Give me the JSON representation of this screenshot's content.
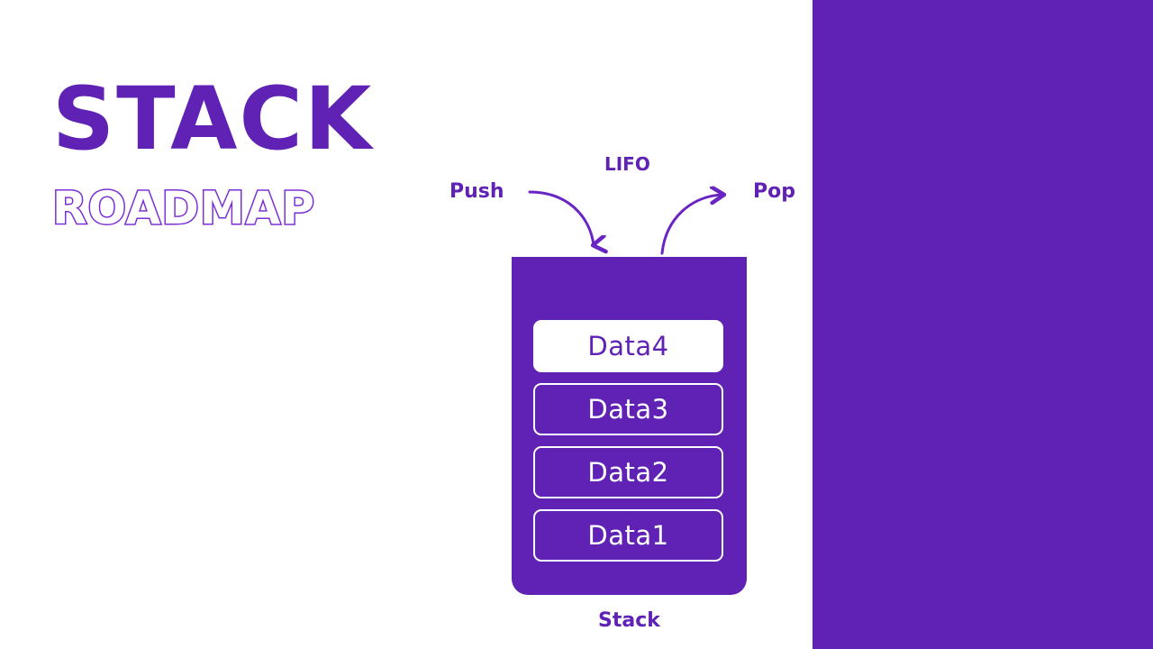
{
  "slide": {
    "background_color": "#ffffff",
    "accent_color": "#5F22B4",
    "title": "STACK",
    "subtitle": "ROADMAP"
  },
  "diagram": {
    "caption": "Stack",
    "labels": {
      "push": "Push",
      "pop": "Pop",
      "lifo": "LIFO"
    },
    "items": [
      {
        "label": "Data4",
        "position": "top"
      },
      {
        "label": "Data3",
        "position": "below"
      },
      {
        "label": "Data2",
        "position": "below"
      },
      {
        "label": "Data1",
        "position": "below"
      }
    ]
  }
}
